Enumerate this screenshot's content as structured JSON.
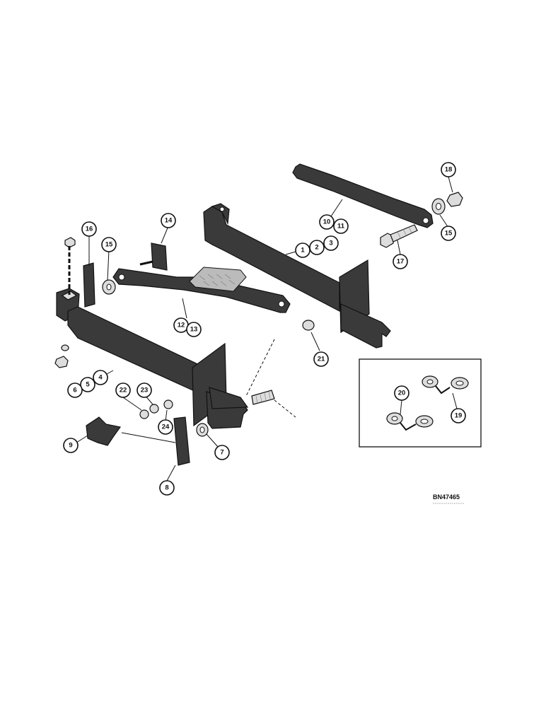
{
  "drawing": {
    "reference_code": "BN47465"
  },
  "callouts": [
    {
      "id": "c1",
      "label": "1"
    },
    {
      "id": "c2",
      "label": "2"
    },
    {
      "id": "c3",
      "label": "3"
    },
    {
      "id": "c4",
      "label": "4"
    },
    {
      "id": "c5",
      "label": "5"
    },
    {
      "id": "c6",
      "label": "6"
    },
    {
      "id": "c7",
      "label": "7"
    },
    {
      "id": "c8",
      "label": "8"
    },
    {
      "id": "c9",
      "label": "9"
    },
    {
      "id": "c10",
      "label": "10"
    },
    {
      "id": "c11",
      "label": "11"
    },
    {
      "id": "c12",
      "label": "12"
    },
    {
      "id": "c13",
      "label": "13"
    },
    {
      "id": "c14",
      "label": "14"
    },
    {
      "id": "c15a",
      "label": "15"
    },
    {
      "id": "c15b",
      "label": "15"
    },
    {
      "id": "c16",
      "label": "16"
    },
    {
      "id": "c17",
      "label": "17"
    },
    {
      "id": "c18",
      "label": "18"
    },
    {
      "id": "c19",
      "label": "19"
    },
    {
      "id": "c20",
      "label": "20"
    },
    {
      "id": "c21",
      "label": "21"
    },
    {
      "id": "c22",
      "label": "22"
    },
    {
      "id": "c23",
      "label": "23"
    },
    {
      "id": "c24",
      "label": "24"
    }
  ]
}
